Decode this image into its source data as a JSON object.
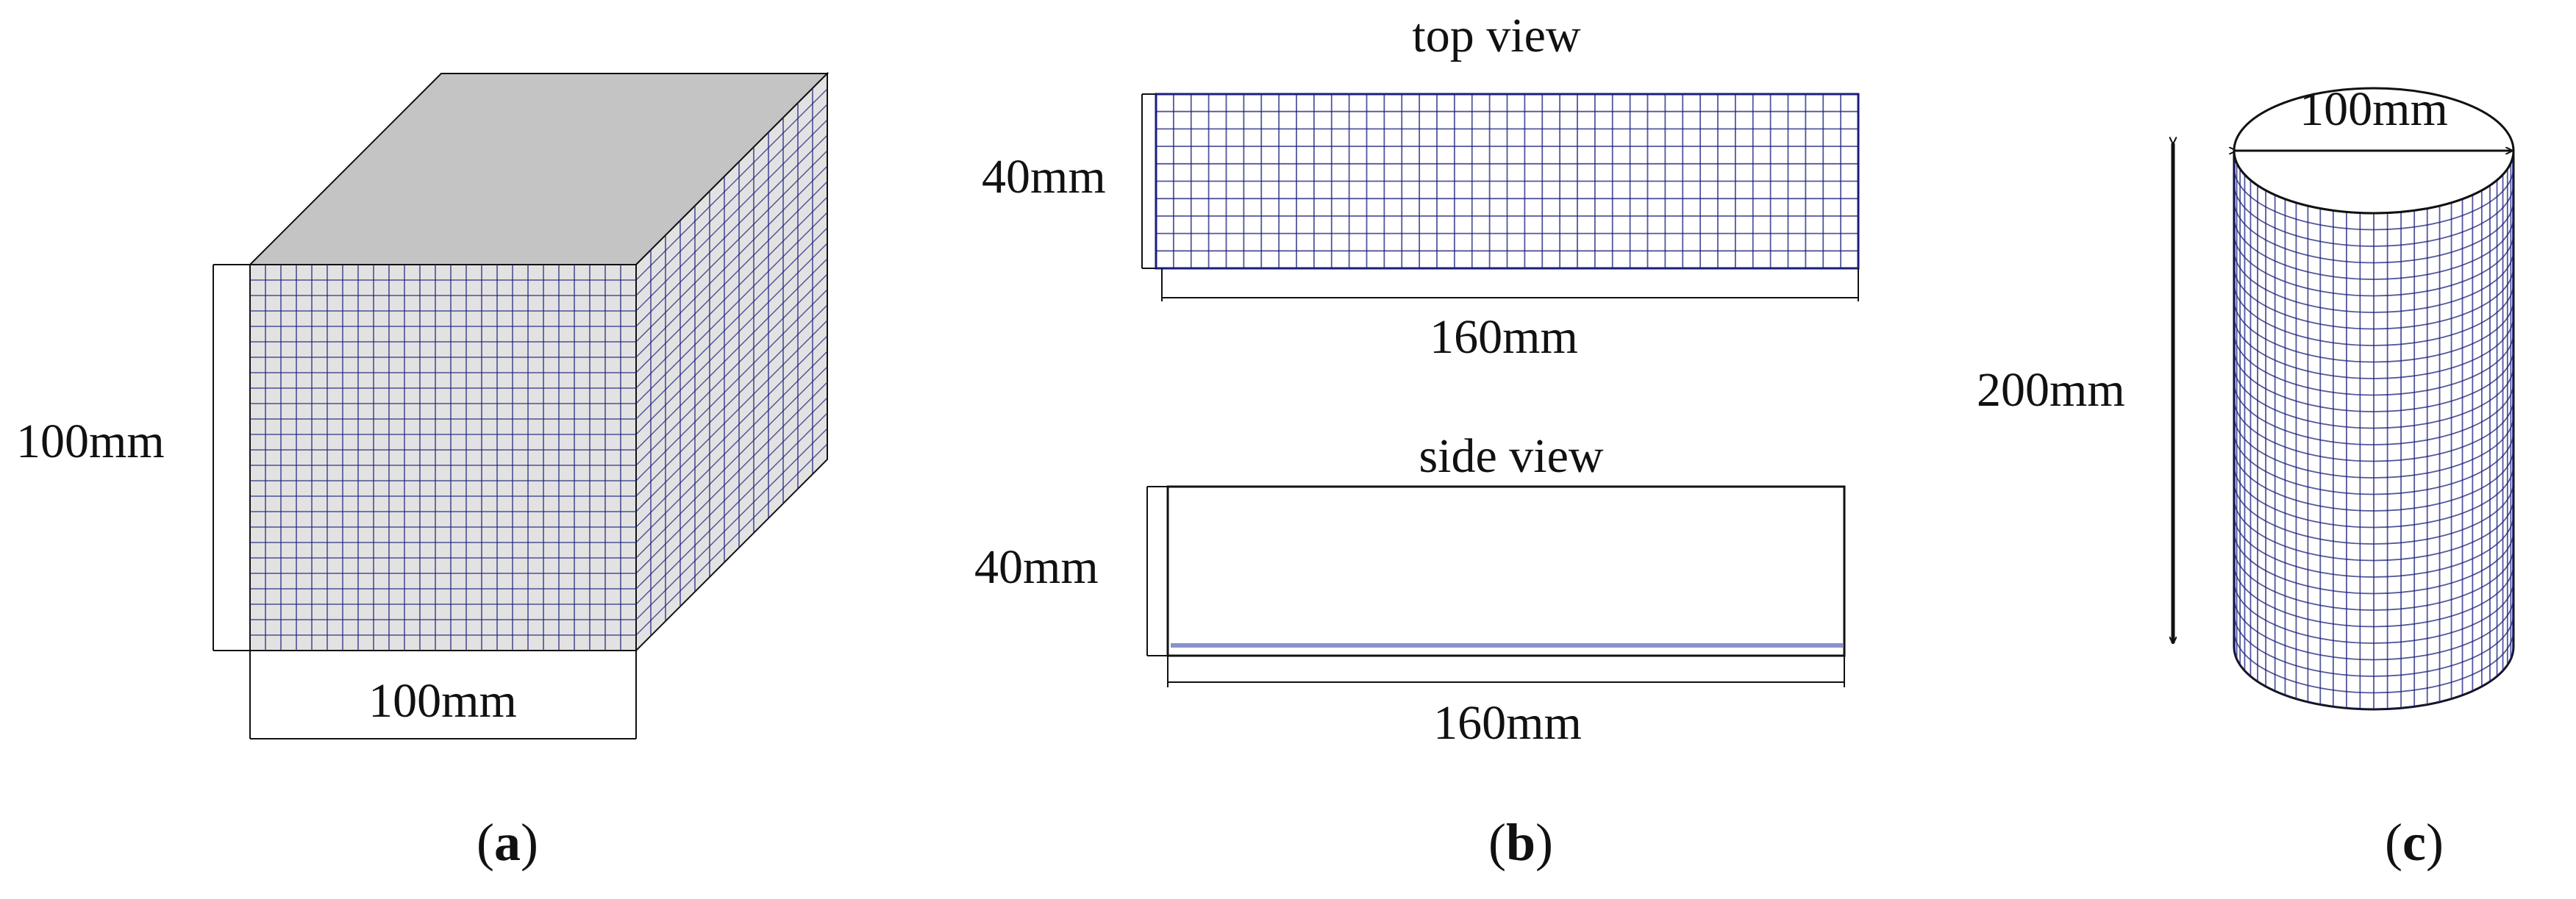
{
  "panel_a": {
    "height_label": "100mm",
    "width_label": "100mm",
    "caption_open": "(",
    "caption_letter": "a",
    "caption_close": ")"
  },
  "panel_b": {
    "top_view_title": "top view",
    "top_height_label": "40mm",
    "top_length_label": "160mm",
    "side_view_title": "side view",
    "side_height_label": "40mm",
    "side_length_label": "160mm",
    "caption_open": "(",
    "caption_letter": "b",
    "caption_close": ")"
  },
  "panel_c": {
    "diameter_label": "100mm",
    "height_label": "200mm",
    "caption_open": "(",
    "caption_letter": "c",
    "caption_close": ")"
  },
  "colors": {
    "mesh_line": "#1a1f7a",
    "mesh_line_light": "#3b4aa8",
    "face_fill": "#e2e2e2",
    "top_face_fill": "#c4c4c4",
    "outline": "#111111"
  }
}
